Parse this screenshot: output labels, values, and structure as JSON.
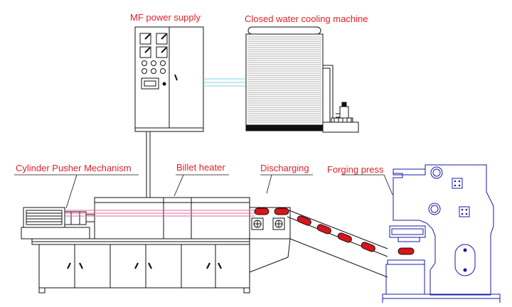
{
  "labels": {
    "mf_power_supply": "MF power supply",
    "closed_water_cooling_machine": "Closed water cooling machine",
    "cylinder_pusher_mechanism": "Cylinder Pusher Mechanism",
    "billet_heater": "Billet heater",
    "discharging": "Discharging",
    "forging_press": "Forging press"
  },
  "colors": {
    "label_text": "#e0202a",
    "equipment_line": "#111111",
    "press_line": "#1a1aa8",
    "billet_fill": "#d8141c",
    "coil_line": "#e4649c",
    "water_pipe": "#7fd6e6"
  }
}
